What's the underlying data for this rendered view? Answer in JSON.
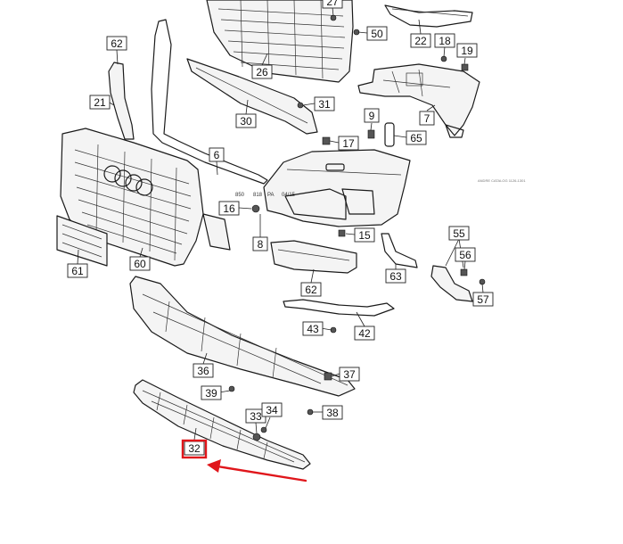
{
  "callouts": [
    {
      "id": "c27",
      "label": "27"
    },
    {
      "id": "c50",
      "label": "50"
    },
    {
      "id": "c22",
      "label": "22"
    },
    {
      "id": "c18",
      "label": "18"
    },
    {
      "id": "c19",
      "label": "19"
    },
    {
      "id": "c62a",
      "label": "62"
    },
    {
      "id": "c26",
      "label": "26"
    },
    {
      "id": "c21",
      "label": "21"
    },
    {
      "id": "c30",
      "label": "30"
    },
    {
      "id": "c31",
      "label": "31"
    },
    {
      "id": "c9",
      "label": "9"
    },
    {
      "id": "c7",
      "label": "7"
    },
    {
      "id": "c65",
      "label": "65"
    },
    {
      "id": "c17",
      "label": "17"
    },
    {
      "id": "c6",
      "label": "6"
    },
    {
      "id": "c16",
      "label": "16"
    },
    {
      "id": "c8",
      "label": "8"
    },
    {
      "id": "c15",
      "label": "15"
    },
    {
      "id": "c60",
      "label": "60"
    },
    {
      "id": "c61",
      "label": "61"
    },
    {
      "id": "c62b",
      "label": "62"
    },
    {
      "id": "c63",
      "label": "63"
    },
    {
      "id": "c55",
      "label": "55"
    },
    {
      "id": "c56",
      "label": "56"
    },
    {
      "id": "c57",
      "label": "57"
    },
    {
      "id": "c43",
      "label": "43"
    },
    {
      "id": "c42",
      "label": "42"
    },
    {
      "id": "c36",
      "label": "36"
    },
    {
      "id": "c37",
      "label": "37"
    },
    {
      "id": "c39",
      "label": "39"
    },
    {
      "id": "c38",
      "label": "38"
    },
    {
      "id": "c33",
      "label": "33"
    },
    {
      "id": "c34",
      "label": "34"
    },
    {
      "id": "c32",
      "label": "32"
    }
  ],
  "bumper_codes": [
    "850",
    "818",
    "PA",
    "04/15"
  ],
  "watermark": "ANDRE CATALOG 1126-1301",
  "highlight": {
    "target_label": "32",
    "color": "#e0161b"
  }
}
